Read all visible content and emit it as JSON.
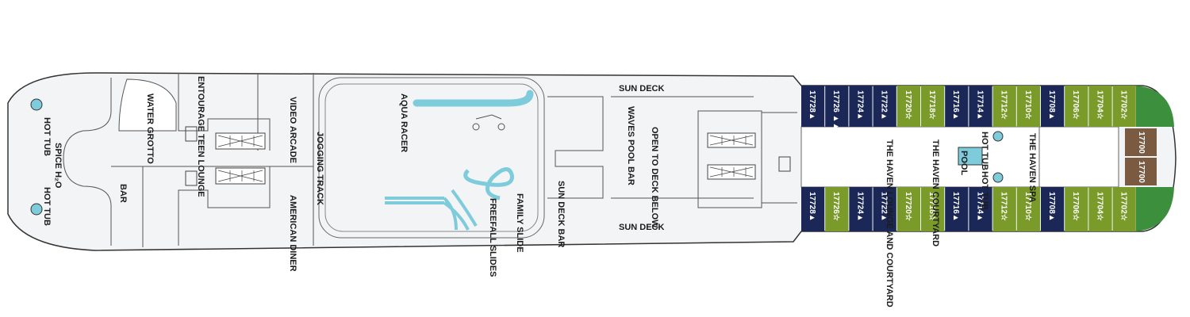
{
  "labels": {
    "hot_tub_top": "HOT TUB",
    "hot_tub_bottom": "HOT TUB",
    "spice_h2o": "SPICE H₂O",
    "water_grotto": "WATER GROTTO",
    "entourage": "ENTOURAGE TEEN LOUNGE",
    "video_arcade": "VIDEO ARCADE",
    "bar": "BAR",
    "american_diner": "AMERICAN DINER",
    "jogging_track": "JOGGING TRACK",
    "aqua_racer": "AQUA RACER",
    "family_slide": "FAMILY SLIDE",
    "freefall_slides": "FREEFALL SLIDES",
    "sun_deck_top": "SUN DECK",
    "sun_deck_bottom": "SUN DECK",
    "waves_pool_bar": "WAVES POOL BAR",
    "sun_deck_bar": "SUN DECK BAR",
    "open_to_deck_below": "OPEN TO DECK BELOW",
    "haven_lounge": "THE HAVEN LOUNGE AND COURTYARD",
    "haven_courtyard": "THE HAVEN COURTYARD",
    "hot_tub_haven_top": "HOT TUB",
    "pool": "POOL",
    "hot_tub_haven_bottom": "HOT TUB",
    "haven_spa": "THE HAVEN SPA"
  },
  "cabins_top": [
    {
      "num": "17728▲",
      "cat": "navy"
    },
    {
      "num": "17726 ▲▲",
      "cat": "navy"
    },
    {
      "num": "17724▲",
      "cat": "navy"
    },
    {
      "num": "17722▲",
      "cat": "navy"
    },
    {
      "num": "17720☆",
      "cat": "green"
    },
    {
      "num": "17718☆",
      "cat": "green"
    },
    {
      "num": "17716▲",
      "cat": "navy"
    },
    {
      "num": "17714▲",
      "cat": "navy"
    },
    {
      "num": "17712☆",
      "cat": "green"
    },
    {
      "num": "17710☆",
      "cat": "green"
    },
    {
      "num": "17708▲",
      "cat": "navy"
    },
    {
      "num": "17706☆",
      "cat": "green"
    },
    {
      "num": "17704☆",
      "cat": "green"
    },
    {
      "num": "17702☆",
      "cat": "green"
    }
  ],
  "cabins_bottom": [
    {
      "num": "17728▲",
      "cat": "navy"
    },
    {
      "num": "17726☆",
      "cat": "green"
    },
    {
      "num": "17724▲",
      "cat": "navy"
    },
    {
      "num": "17722▲",
      "cat": "navy"
    },
    {
      "num": "17720☆",
      "cat": "green"
    },
    {
      "num": "17718☆",
      "cat": "green"
    },
    {
      "num": "17716▲",
      "cat": "navy"
    },
    {
      "num": "17714▲",
      "cat": "navy"
    },
    {
      "num": "17712☆",
      "cat": "green"
    },
    {
      "num": "17710☆",
      "cat": "green"
    },
    {
      "num": "17708▲",
      "cat": "navy"
    },
    {
      "num": "17706☆",
      "cat": "green"
    },
    {
      "num": "17704☆",
      "cat": "green"
    },
    {
      "num": "17702☆",
      "cat": "green"
    }
  ],
  "suites": [
    {
      "num": "17700"
    },
    {
      "num": "17700"
    }
  ],
  "colors": {
    "navy": "#1b2857",
    "green": "#7a9a2a",
    "suite": "#7a5a40",
    "bow_green": "#3c8f3c",
    "water": "#7ecbdc",
    "deck": "#f2f4f6"
  }
}
